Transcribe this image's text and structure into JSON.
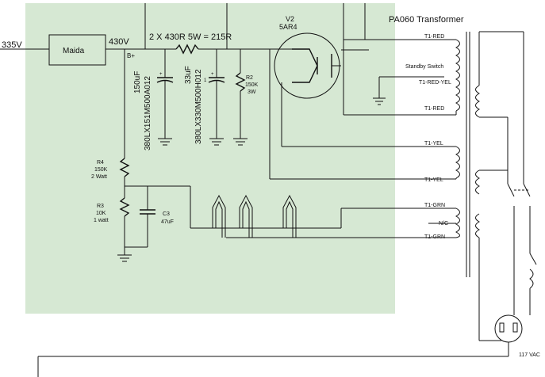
{
  "diagram": {
    "supply_in": "335V",
    "maida": "Maida",
    "v430": "430V",
    "bplus": "B+",
    "series_res": "2 X 430R 5W = 215R",
    "tube_name": "V2",
    "tube_type": "5AR4",
    "transformer": "PA060 Transformer",
    "c150": "150uF",
    "c150_part": "380LX151M500A012",
    "c33": "33uF",
    "c33_part": "380LX330M500H012",
    "r2_name": "R2",
    "r2_val": "150K",
    "r2_w": "3W",
    "r4_name": "R4",
    "r4_val": "150K",
    "r4_w": "2 Watt",
    "r3_name": "R3",
    "r3_val": "10K",
    "r3_w": "1 watt",
    "c3_name": "C3",
    "c3_val": "47uF",
    "t1_red_top": "T1-RED",
    "standby": "Standby Switch",
    "t1_redyel": "T1-RED-YEL",
    "t1_red_bot": "T1-RED",
    "t1_yel_top": "T1-YEL",
    "t1_yel_bot": "T1-YEL",
    "t1_grn_top": "T1-GRN",
    "nc": "N/C",
    "t1_grn_bot": "T1-GRN",
    "mains": "117 VAC",
    "plus": "+",
    "one": "1"
  },
  "colors": {
    "board": "#d6e8d3",
    "ink": "#111111"
  }
}
